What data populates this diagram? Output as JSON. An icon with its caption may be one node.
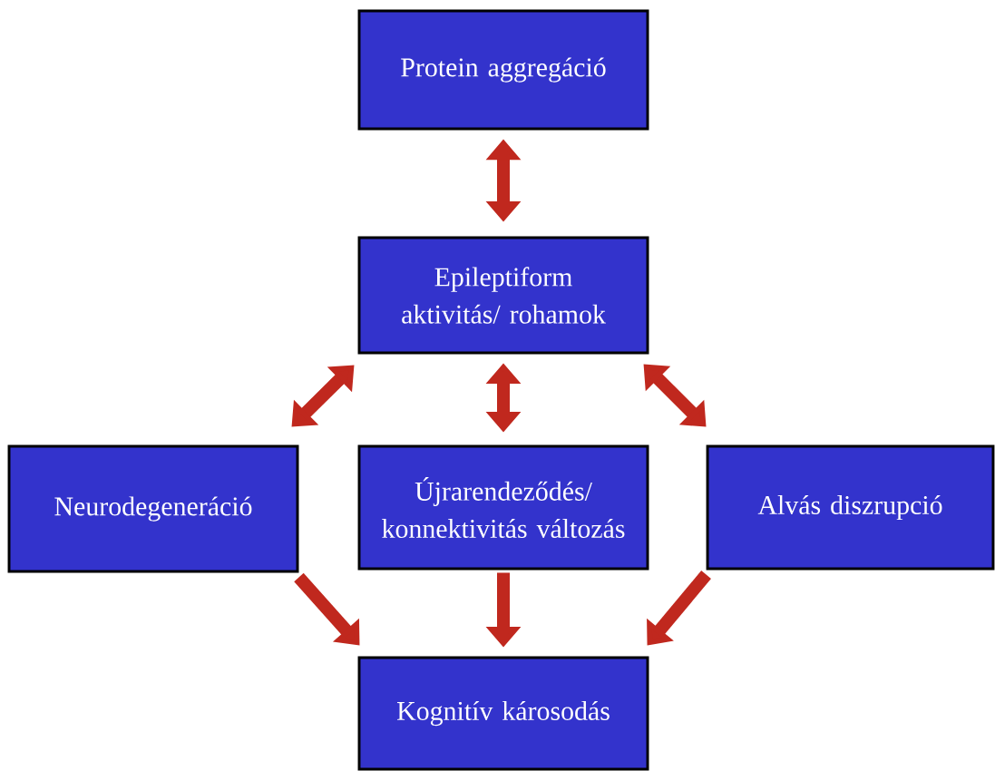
{
  "diagram": {
    "nodes": [
      {
        "text": [
          "Protein aggregáció"
        ]
      },
      {
        "text": [
          "Epileptiform aktivitás/ rohamok"
        ]
      },
      {
        "text": [
          "Neurodegeneráció"
        ]
      },
      {
        "text": [
          "Újrarendeződés/ konnektivitás változás"
        ]
      },
      {
        "text": [
          "Alvás diszrupció"
        ]
      },
      {
        "text": [
          "Kognitív károsodás"
        ]
      }
    ],
    "edges": [
      {
        "from": 0,
        "to": 1,
        "arrow": "both"
      },
      {
        "from": 1,
        "to": 2,
        "arrow": "both"
      },
      {
        "from": 1,
        "to": 3,
        "arrow": "both"
      },
      {
        "from": 1,
        "to": 4,
        "arrow": "both"
      },
      {
        "from": 2,
        "to": 5,
        "arrow": "to"
      },
      {
        "from": 3,
        "to": 5,
        "arrow": "to"
      },
      {
        "from": 4,
        "to": 5,
        "arrow": "to"
      }
    ]
  }
}
